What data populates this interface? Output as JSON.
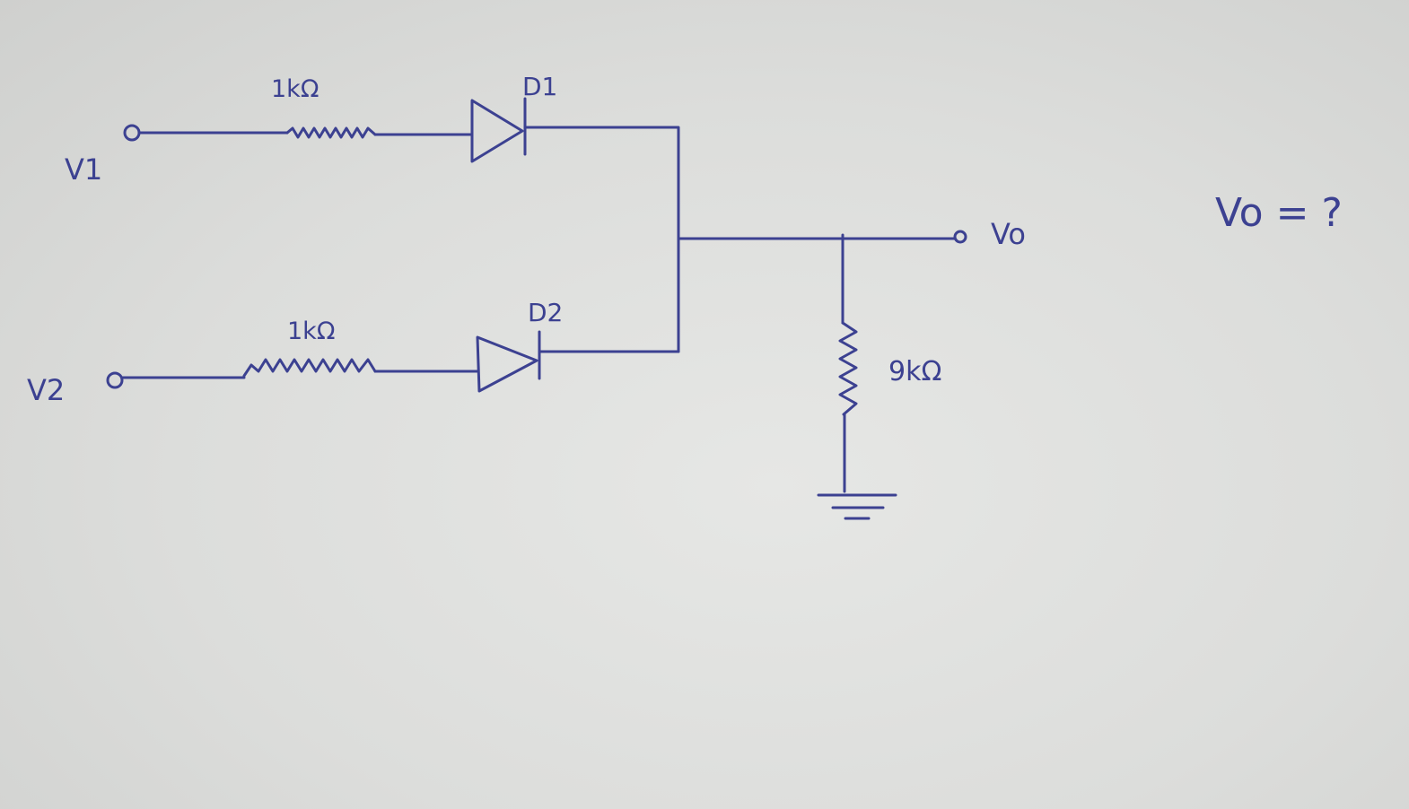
{
  "diagram": {
    "labels": {
      "v1": "V1",
      "v2": "V2",
      "r1": "1kΩ",
      "r2": "1kΩ",
      "d1": "D1",
      "d2": "D2",
      "r3": "9kΩ",
      "vo": "Vo",
      "question": "Vo = ?"
    },
    "ink_color": "#3c4191",
    "paper_color": "#dcdddb"
  }
}
